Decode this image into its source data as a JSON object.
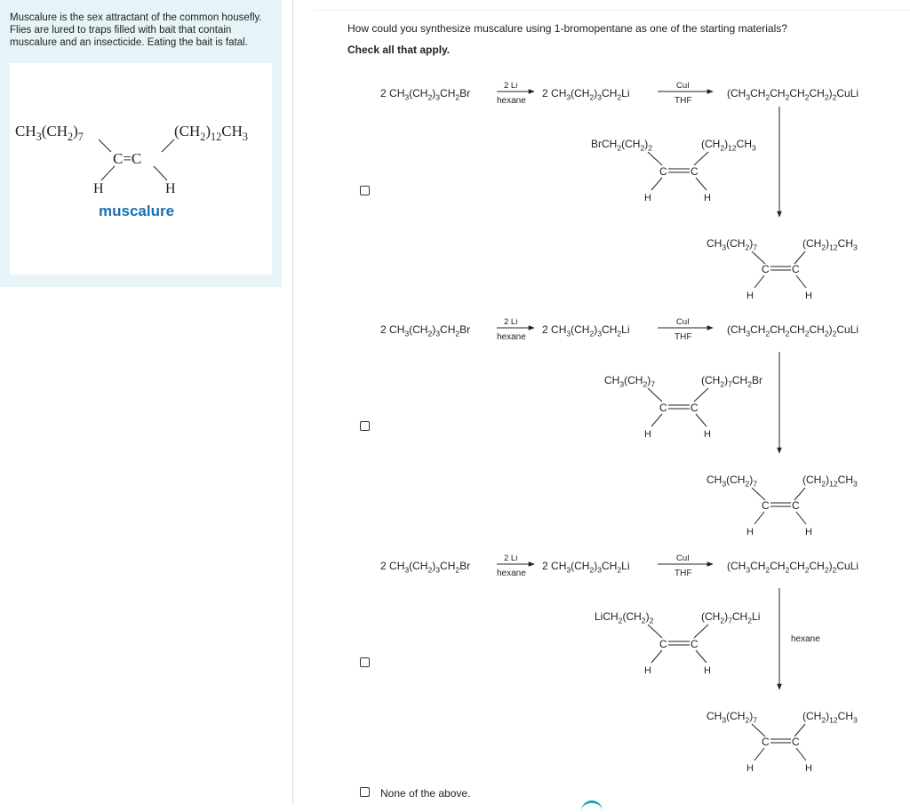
{
  "intro": {
    "text": "Muscalure is the sex attractant of the common housefly. Flies are lured to traps filled with bait that contain muscalure and an insecticide. Eating the bait is fatal."
  },
  "figure": {
    "left_sub": "CH3(CH2)7",
    "right_sub": "(CH2)12CH3",
    "alkene": "C=C",
    "h_left": "H",
    "h_right": "H",
    "caption": "muscalure",
    "caption_color": "#1a6fb0"
  },
  "question": {
    "text": "How could you synthesize muscalure using 1-bromopentane as one of the starting materials?",
    "instruction": "Check all that apply."
  },
  "options": [
    {
      "reactant": "2 CH3(CH2)3CH2Br",
      "reagent1_top": "2 Li",
      "reagent1_bottom": "hexane",
      "intermediate": "2 CH3(CH2)3CH2Li",
      "reagent2_top": "CuI",
      "reagent2_bottom": "THF",
      "cuprate": "(CH3CH2CH2CH2CH2)2CuLi",
      "alkene_left": "BrCH2(CH2)2",
      "alkene_right": "(CH2)12CH3",
      "side_reagent": "",
      "product_left": "CH3(CH2)7",
      "product_right": "(CH2)12CH3"
    },
    {
      "reactant": "2 CH3(CH2)3CH2Br",
      "reagent1_top": "2 Li",
      "reagent1_bottom": "hexane",
      "intermediate": "2 CH3(CH2)3CH2Li",
      "reagent2_top": "CuI",
      "reagent2_bottom": "THF",
      "cuprate": "(CH3CH2CH2CH2CH2)2CuLi",
      "alkene_left": "CH3(CH2)7",
      "alkene_right": "(CH2)7CH2Br",
      "side_reagent": "",
      "product_left": "CH3(CH2)7",
      "product_right": "(CH2)12CH3"
    },
    {
      "reactant": "2 CH3(CH2)3CH2Br",
      "reagent1_top": "2 Li",
      "reagent1_bottom": "hexane",
      "intermediate": "2 CH3(CH2)3CH2Li",
      "reagent2_top": "CuI",
      "reagent2_bottom": "THF",
      "cuprate": "(CH3CH2CH2CH2CH2)2CuLi",
      "alkene_left": "LiCH2(CH2)2",
      "alkene_right": "(CH2)7CH2Li",
      "side_reagent": "hexane",
      "product_left": "CH3(CH2)7",
      "product_right": "(CH2)12CH3"
    }
  ],
  "common": {
    "h": "H",
    "c": "C"
  },
  "none_option": {
    "label": "None of the above."
  }
}
